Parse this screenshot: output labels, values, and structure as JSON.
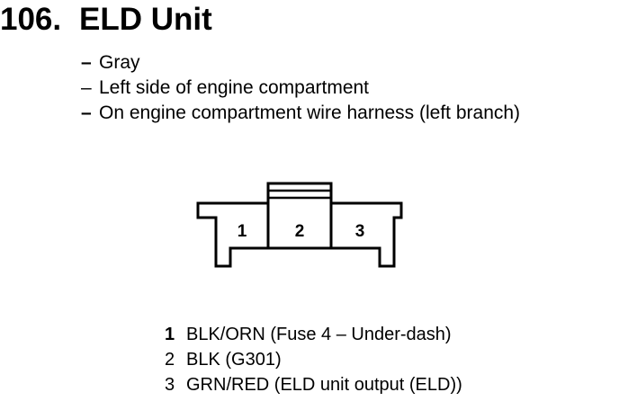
{
  "title": {
    "number": "106.",
    "name": "ELD Unit"
  },
  "notes": [
    {
      "dash": "–",
      "text": "Gray"
    },
    {
      "dash": "–",
      "text": "Left side of engine compartment"
    },
    {
      "dash": "–",
      "text": "On engine compartment wire harness (left branch)"
    }
  ],
  "connector": {
    "terminals": [
      "1",
      "2",
      "3"
    ]
  },
  "pins": [
    {
      "num": "1",
      "desc": "BLK/ORN (Fuse 4 – Under-dash)"
    },
    {
      "num": "2",
      "desc": "BLK (G301)"
    },
    {
      "num": "3",
      "desc": "GRN/RED (ELD unit output (ELD))"
    }
  ]
}
